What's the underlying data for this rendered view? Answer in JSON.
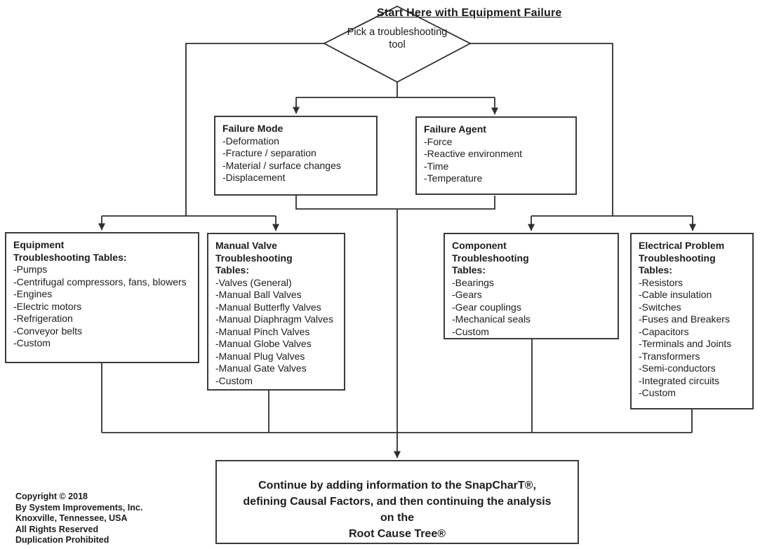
{
  "header": {
    "start_label": "Start Here with Equipment Failure"
  },
  "diamond": {
    "label": "Pick a troubleshooting tool"
  },
  "boxes": {
    "failure_mode": {
      "title_lines": [
        "Failure Mode"
      ],
      "items": [
        "-Deformation",
        "-Fracture / separation",
        "-Material / surface changes",
        "-Displacement"
      ]
    },
    "failure_agent": {
      "title_lines": [
        "Failure Agent"
      ],
      "items": [
        "-Force",
        "-Reactive environment",
        "-Time",
        "-Temperature"
      ]
    },
    "equipment": {
      "title_lines": [
        "Equipment",
        "Troubleshooting Tables:"
      ],
      "items": [
        "-Pumps",
        "-Centrifugal compressors, fans, blowers",
        "-Engines",
        "-Electric motors",
        "-Refrigeration",
        "-Conveyor belts",
        "-Custom"
      ]
    },
    "manual_valve": {
      "title_lines": [
        "Manual Valve",
        "Troubleshooting",
        "Tables:"
      ],
      "items": [
        "-Valves (General)",
        "-Manual Ball Valves",
        "-Manual Butterfly Valves",
        "-Manual Diaphragm Valves",
        "-Manual Pinch Valves",
        "-Manual Globe Valves",
        "-Manual Plug Valves",
        "-Manual Gate Valves",
        "-Custom"
      ]
    },
    "component": {
      "title_lines": [
        "Component",
        "Troubleshooting",
        "Tables:"
      ],
      "items": [
        "-Bearings",
        "-Gears",
        "-Gear couplings",
        "-Mechanical seals",
        "-Custom"
      ]
    },
    "electrical": {
      "title_lines": [
        "Electrical Problem",
        "Troubleshooting",
        "Tables:"
      ],
      "items": [
        "-Resistors",
        "-Cable insulation",
        "-Switches",
        "-Fuses and Breakers",
        "-Capacitors",
        "-Terminals and Joints",
        "-Transformers",
        "-Semi-conductors",
        "-Integrated circuits",
        "-Custom"
      ]
    }
  },
  "continue_box": {
    "lines": [
      "Continue by adding information to the SnapCharT®,",
      "defining Causal Factors, and then continuing the analysis",
      "on the",
      "Root Cause Tree®"
    ]
  },
  "copyright": {
    "lines": [
      "Copyright © 2018",
      "By System Improvements, Inc.",
      "Knoxville, Tennessee, USA",
      "All Rights Reserved",
      "Duplication Prohibited"
    ]
  },
  "colors": {
    "line": "#3b3b3b",
    "text": "#1c1c1c",
    "background": "#ffffff"
  }
}
